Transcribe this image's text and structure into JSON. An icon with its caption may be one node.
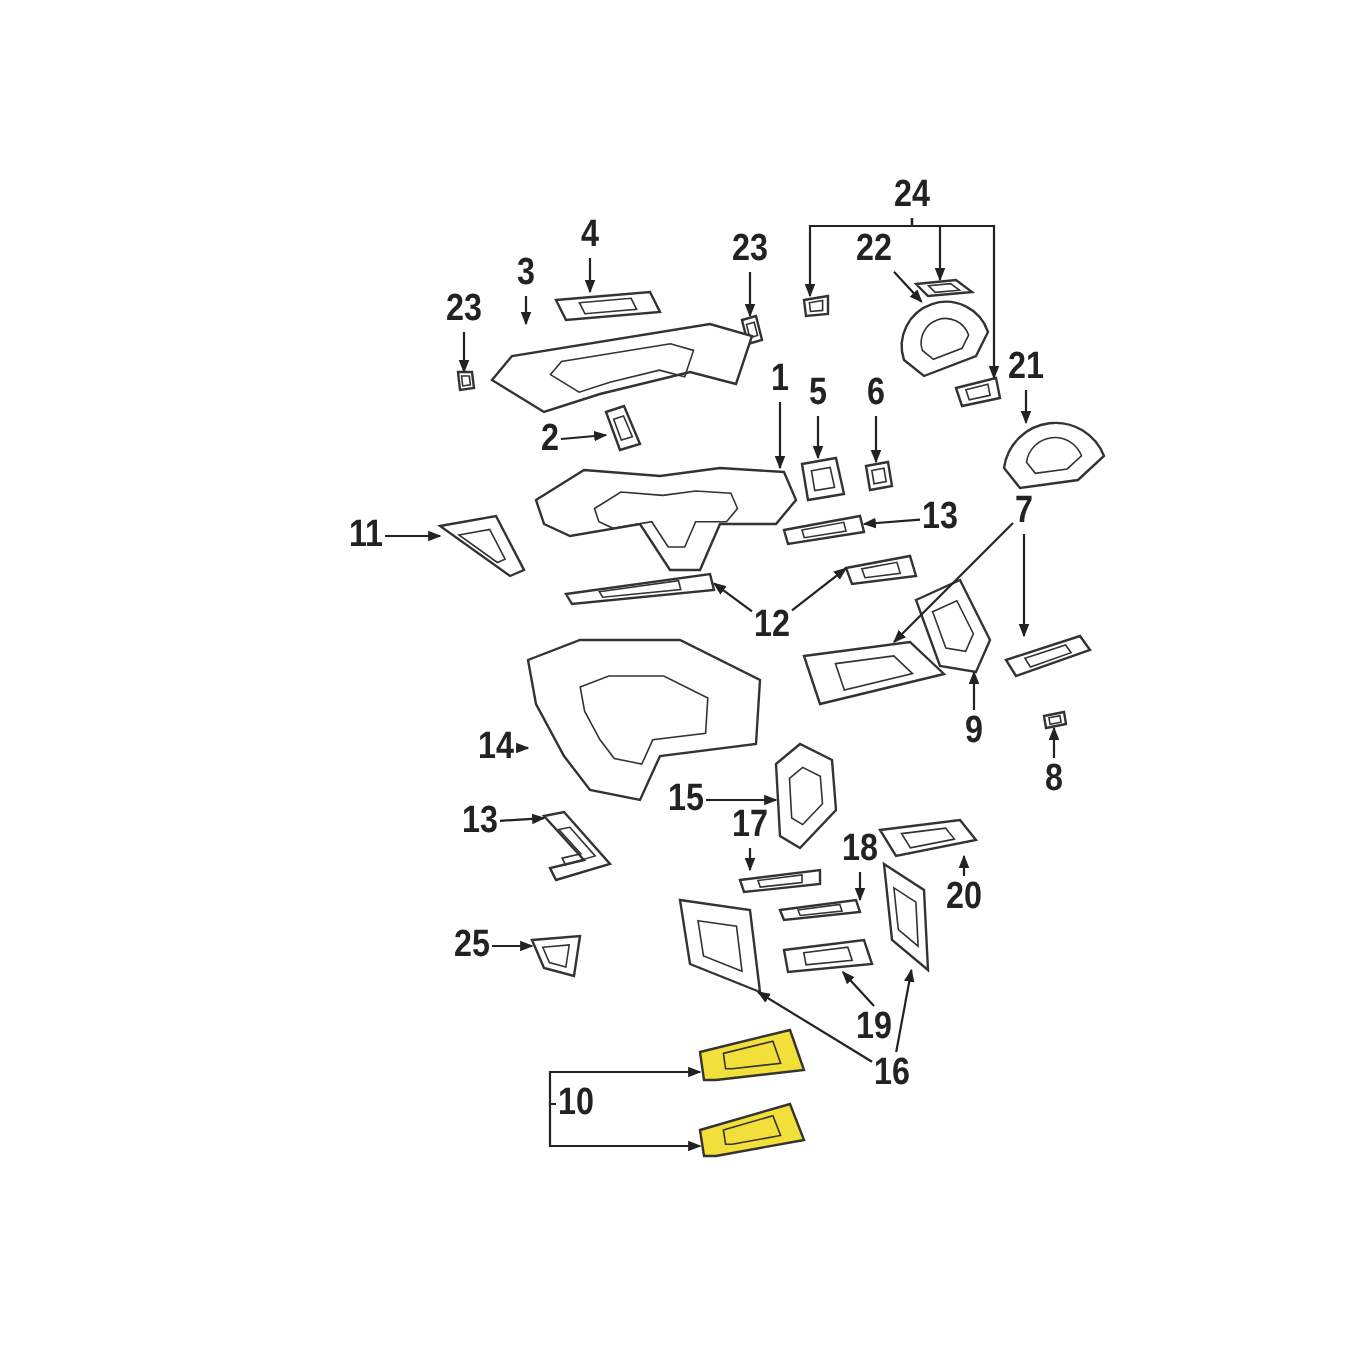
{
  "diagram": {
    "nodes": [
      {
        "text": [
          "24"
        ]
      },
      {
        "text": [
          "4"
        ]
      },
      {
        "text": [
          "22"
        ]
      },
      {
        "text": [
          "23"
        ]
      },
      {
        "text": [
          "3"
        ]
      },
      {
        "text": [
          "23"
        ]
      },
      {
        "text": [
          "21"
        ]
      },
      {
        "text": [
          "2"
        ]
      },
      {
        "text": [
          "1"
        ]
      },
      {
        "text": [
          "5"
        ]
      },
      {
        "text": [
          "6"
        ]
      },
      {
        "text": [
          "7"
        ]
      },
      {
        "text": [
          "11"
        ]
      },
      {
        "text": [
          "13"
        ]
      },
      {
        "text": [
          "12"
        ]
      },
      {
        "text": [
          "9"
        ]
      },
      {
        "text": [
          "14"
        ]
      },
      {
        "text": [
          "8"
        ]
      },
      {
        "text": [
          "15"
        ]
      },
      {
        "text": [
          "13"
        ]
      },
      {
        "text": [
          "17"
        ]
      },
      {
        "text": [
          "18"
        ]
      },
      {
        "text": [
          "20"
        ]
      },
      {
        "text": [
          "25"
        ]
      },
      {
        "text": [
          "19"
        ]
      },
      {
        "text": [
          "16"
        ]
      },
      {
        "text": [
          "10"
        ]
      },
      {
        "text": [],
        "shape": "picture"
      },
      {
        "text": [],
        "shape": "picture"
      },
      {
        "text": [],
        "shape": "picture"
      },
      {
        "text": [],
        "shape": "picture"
      },
      {
        "text": [],
        "shape": "picture"
      },
      {
        "text": [],
        "shape": "picture"
      },
      {
        "text": [],
        "shape": "picture"
      },
      {
        "text": [],
        "shape": "picture"
      },
      {
        "text": [],
        "shape": "picture"
      },
      {
        "text": [],
        "shape": "picture"
      },
      {
        "text": [],
        "shape": "picture"
      },
      {
        "text": [],
        "shape": "picture"
      },
      {
        "text": [],
        "shape": "picture"
      },
      {
        "text": [],
        "shape": "picture"
      },
      {
        "text": [],
        "shape": "picture"
      },
      {
        "text": [],
        "shape": "picture"
      },
      {
        "text": [],
        "shape": "picture"
      },
      {
        "text": [],
        "shape": "picture"
      },
      {
        "text": [],
        "shape": "picture"
      },
      {
        "text": [],
        "shape": "picture"
      },
      {
        "text": [],
        "shape": "picture"
      },
      {
        "text": [],
        "shape": "picture"
      },
      {
        "text": [],
        "shape": "picture"
      },
      {
        "text": [],
        "shape": "picture"
      },
      {
        "text": [],
        "shape": "picture"
      },
      {
        "text": [],
        "shape": "picture"
      },
      {
        "text": [],
        "shape": "picture"
      },
      {
        "text": [],
        "shape": "picture"
      },
      {
        "text": [],
        "shape": "picture"
      },
      {
        "text": [],
        "shape": "picture"
      },
      {
        "text": [],
        "shape": "picture"
      },
      {
        "text": [],
        "shape": "picture"
      },
      {
        "text": [],
        "shape": "picture"
      }
    ],
    "edges": [
      {
        "from": 0,
        "to": 28,
        "arrow": "to"
      },
      {
        "from": 0,
        "to": 27,
        "arrow": "to"
      },
      {
        "from": 0,
        "to": 31,
        "arrow": "to"
      },
      {
        "from": 1,
        "to": 29,
        "arrow": "to"
      },
      {
        "from": 2,
        "to": 33,
        "arrow": "to"
      },
      {
        "from": 3,
        "to": 30,
        "arrow": "to"
      },
      {
        "from": 4,
        "to": 32,
        "arrow": "to"
      },
      {
        "from": 5,
        "to": 34,
        "arrow": "to"
      },
      {
        "from": 6,
        "to": 36,
        "arrow": "to"
      },
      {
        "from": 7,
        "to": 35,
        "arrow": "to"
      },
      {
        "from": 8,
        "to": 39,
        "arrow": "to"
      },
      {
        "from": 9,
        "to": 38,
        "arrow": "to"
      },
      {
        "from": 10,
        "to": 37,
        "arrow": "to"
      },
      {
        "from": 11,
        "to": 46,
        "arrow": "to"
      },
      {
        "from": 11,
        "to": 45,
        "arrow": "to"
      },
      {
        "from": 12,
        "to": 41,
        "arrow": "to"
      },
      {
        "from": 13,
        "to": 40,
        "arrow": "to"
      },
      {
        "from": 14,
        "to": 43,
        "arrow": "to"
      },
      {
        "from": 14,
        "to": 42,
        "arrow": "to"
      },
      {
        "from": 15,
        "to": 44,
        "arrow": "to"
      },
      {
        "from": 16,
        "to": 48,
        "arrow": "to"
      },
      {
        "from": 17,
        "to": 47,
        "arrow": "to"
      },
      {
        "from": 18,
        "to": 49,
        "arrow": "to"
      },
      {
        "from": 19,
        "to": 51,
        "arrow": "to"
      },
      {
        "from": 20,
        "to": 52,
        "arrow": "to"
      },
      {
        "from": 21,
        "to": 53,
        "arrow": "to"
      },
      {
        "from": 22,
        "to": 50,
        "arrow": "to"
      },
      {
        "from": 23,
        "to": 56,
        "arrow": "to"
      },
      {
        "from": 24,
        "to": 57,
        "arrow": "to"
      },
      {
        "from": 25,
        "to": 55,
        "arrow": "to"
      },
      {
        "from": 25,
        "to": 54,
        "arrow": "to"
      },
      {
        "from": 26,
        "to": 58,
        "arrow": "to"
      },
      {
        "from": 26,
        "to": 59,
        "arrow": "to"
      }
    ]
  }
}
